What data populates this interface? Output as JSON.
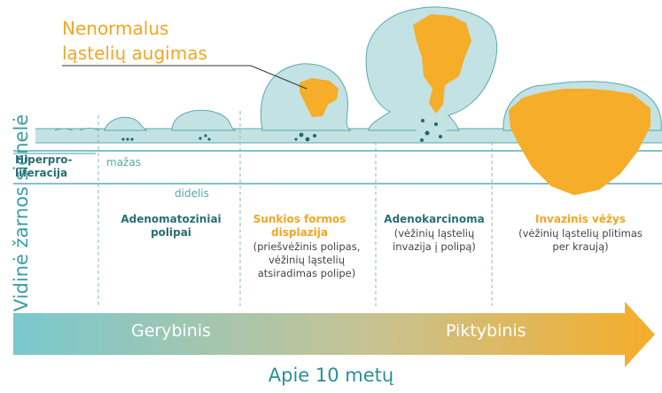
{
  "side_label": "Vidinė žarnos sienelė",
  "highlight": {
    "line1": "Nenormalus",
    "line2": "ląstelių augimas"
  },
  "hyper": "Hiperpro-liferacija",
  "sizes": {
    "small": "mažas",
    "large": "didelis"
  },
  "stages": [
    {
      "title": "Adenomatoziniai polipai",
      "desc": ""
    },
    {
      "title": "Sunkios formos displazija",
      "desc": "(priešvėžinis polipas, vėžinių ląstelių atsiradimas polipe)"
    },
    {
      "title": "Adenokarcinoma",
      "desc": "(vėžinių ląstelių invazija į polipą)"
    },
    {
      "title": "Invazinis vėžys",
      "desc": "(vėžinių ląstelių plitimas per kraują)"
    }
  ],
  "arrow": {
    "left": "Gerybinis",
    "right": "Piktybinis"
  },
  "timeline": "Apie 10 metų",
  "colors": {
    "tissue": "#c3e2e4",
    "outline": "#5aa9ae",
    "cancer": "#f5ad2a",
    "teal_text": "#2a6e73",
    "orange_text": "#f2a623"
  }
}
